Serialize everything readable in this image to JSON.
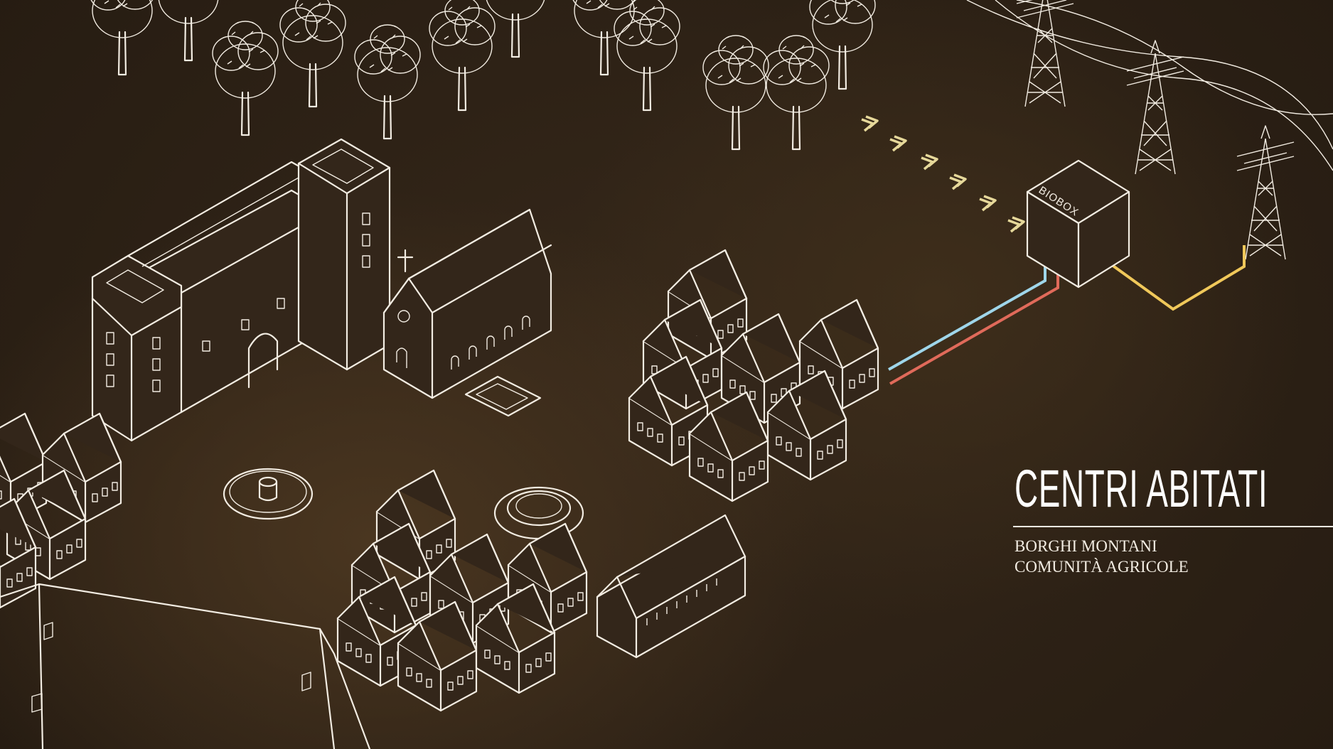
{
  "heading": {
    "title": "CENTRI ABITATI",
    "subtitle_lines": [
      "BORGHI MONTANI",
      "COMUNITÀ AGRICOLE"
    ]
  },
  "diagram": {
    "box_label": "BIOBOX",
    "colors": {
      "background": "#2c2014",
      "line": "#f2ece2",
      "arrow": "#e6d89a",
      "pipe_blue": "#9fd6ea",
      "pipe_red": "#e06a5a",
      "pipe_yellow": "#f0c85a"
    },
    "icons": [
      "tree-icon",
      "pylon-icon",
      "arrow-icon",
      "house-icon",
      "castle-icon",
      "church-icon",
      "fountain-icon",
      "biobox-icon"
    ]
  }
}
